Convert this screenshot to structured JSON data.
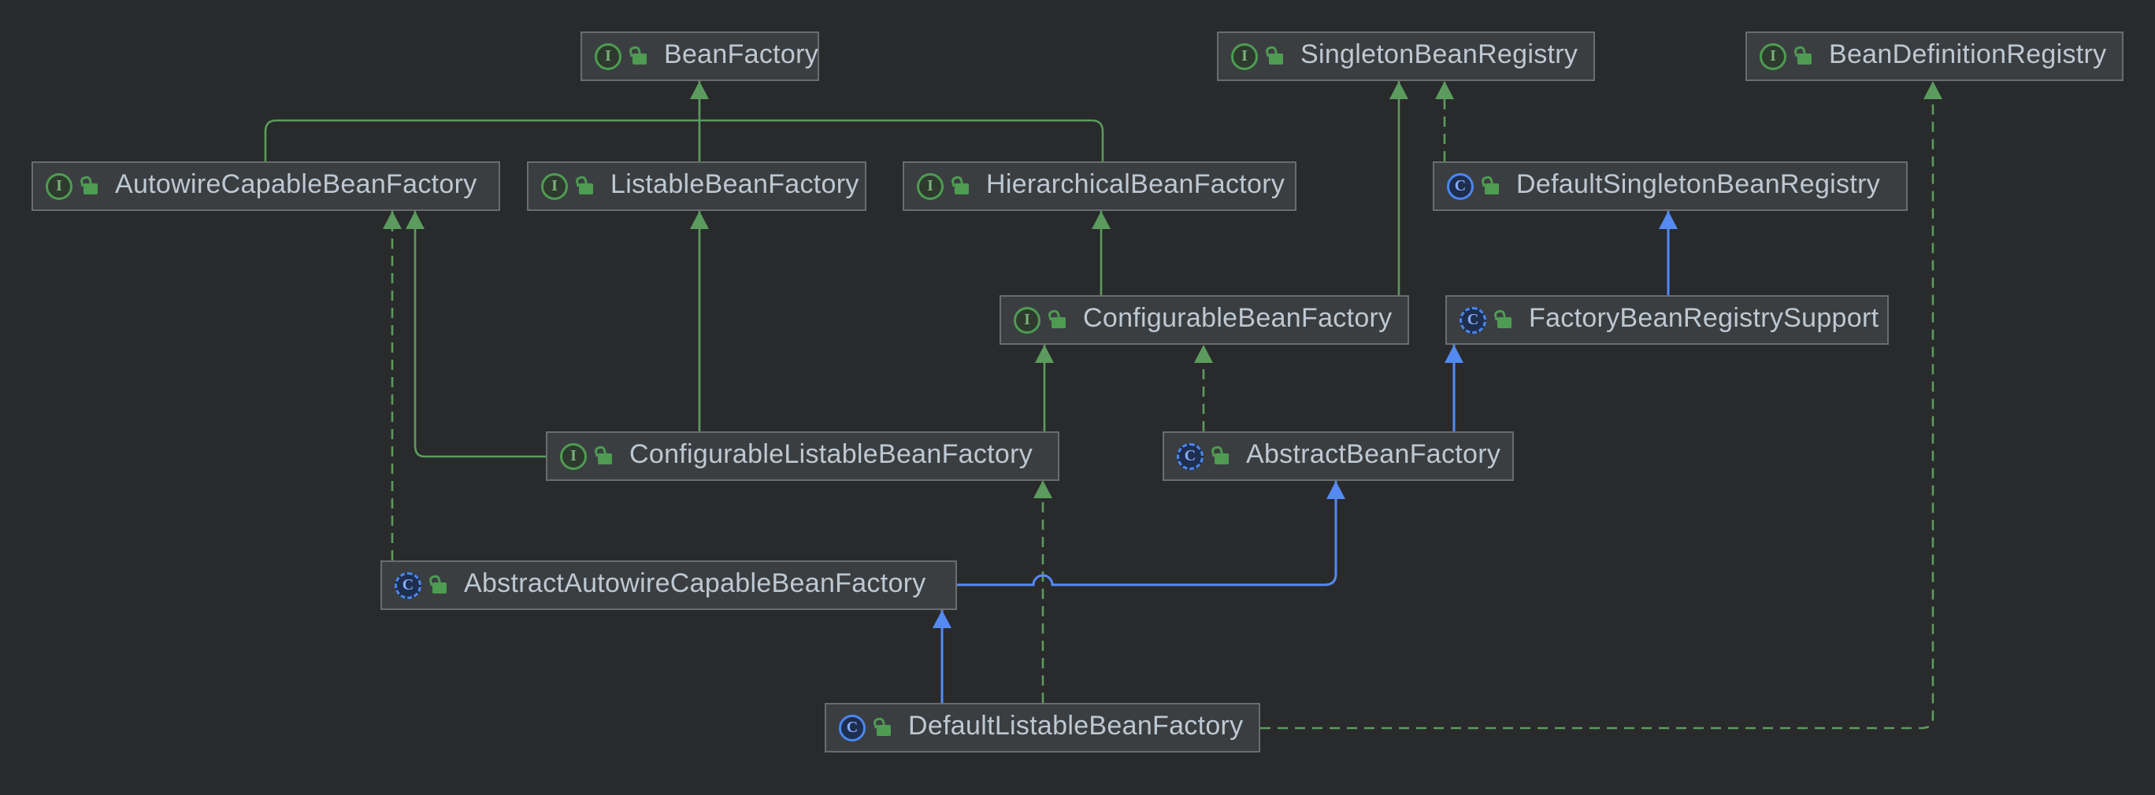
{
  "diagram": {
    "tool": "uml-class-diagram",
    "nodes": [
      {
        "id": "bean-factory",
        "label": "BeanFactory",
        "kind": "interface",
        "icon_letter": "I",
        "visibility": "public"
      },
      {
        "id": "singleton-bean-registry",
        "label": "SingletonBeanRegistry",
        "kind": "interface",
        "icon_letter": "I",
        "visibility": "public"
      },
      {
        "id": "bean-definition-registry",
        "label": "BeanDefinitionRegistry",
        "kind": "interface",
        "icon_letter": "I",
        "visibility": "public"
      },
      {
        "id": "autowire-capable-bean-factory",
        "label": "AutowireCapableBeanFactory",
        "kind": "interface",
        "icon_letter": "I",
        "visibility": "public"
      },
      {
        "id": "listable-bean-factory",
        "label": "ListableBeanFactory",
        "kind": "interface",
        "icon_letter": "I",
        "visibility": "public"
      },
      {
        "id": "hierarchical-bean-factory",
        "label": "HierarchicalBeanFactory",
        "kind": "interface",
        "icon_letter": "I",
        "visibility": "public"
      },
      {
        "id": "default-singleton-bean-registry",
        "label": "DefaultSingletonBeanRegistry",
        "kind": "class",
        "icon_letter": "C",
        "visibility": "public"
      },
      {
        "id": "configurable-bean-factory",
        "label": "ConfigurableBeanFactory",
        "kind": "interface",
        "icon_letter": "I",
        "visibility": "public"
      },
      {
        "id": "factory-bean-registry-support",
        "label": "FactoryBeanRegistrySupport",
        "kind": "abstract_class",
        "icon_letter": "C",
        "visibility": "public"
      },
      {
        "id": "configurable-listable-bean-factory",
        "label": "ConfigurableListableBeanFactory",
        "kind": "interface",
        "icon_letter": "I",
        "visibility": "public"
      },
      {
        "id": "abstract-bean-factory",
        "label": "AbstractBeanFactory",
        "kind": "abstract_class",
        "icon_letter": "C",
        "visibility": "public"
      },
      {
        "id": "abstract-autowire-capable-bean-factory",
        "label": "AbstractAutowireCapableBeanFactory",
        "kind": "abstract_class",
        "icon_letter": "C",
        "visibility": "public"
      },
      {
        "id": "default-listable-bean-factory",
        "label": "DefaultListableBeanFactory",
        "kind": "class",
        "icon_letter": "C",
        "visibility": "public"
      }
    ],
    "edges": [
      {
        "from": "autowire-capable-bean-factory",
        "to": "bean-factory",
        "relation": "extends",
        "style": "solid",
        "color": "green"
      },
      {
        "from": "listable-bean-factory",
        "to": "bean-factory",
        "relation": "extends",
        "style": "solid",
        "color": "green"
      },
      {
        "from": "hierarchical-bean-factory",
        "to": "bean-factory",
        "relation": "extends",
        "style": "solid",
        "color": "green"
      },
      {
        "from": "configurable-bean-factory",
        "to": "hierarchical-bean-factory",
        "relation": "extends",
        "style": "solid",
        "color": "green"
      },
      {
        "from": "configurable-bean-factory",
        "to": "singleton-bean-registry",
        "relation": "extends",
        "style": "solid",
        "color": "green"
      },
      {
        "from": "default-singleton-bean-registry",
        "to": "singleton-bean-registry",
        "relation": "implements",
        "style": "dashed",
        "color": "green"
      },
      {
        "from": "factory-bean-registry-support",
        "to": "default-singleton-bean-registry",
        "relation": "extends",
        "style": "solid",
        "color": "blue"
      },
      {
        "from": "configurable-listable-bean-factory",
        "to": "listable-bean-factory",
        "relation": "extends",
        "style": "solid",
        "color": "green"
      },
      {
        "from": "configurable-listable-bean-factory",
        "to": "autowire-capable-bean-factory",
        "relation": "extends",
        "style": "solid",
        "color": "green"
      },
      {
        "from": "configurable-listable-bean-factory",
        "to": "configurable-bean-factory",
        "relation": "extends",
        "style": "solid",
        "color": "green"
      },
      {
        "from": "abstract-bean-factory",
        "to": "configurable-bean-factory",
        "relation": "implements",
        "style": "dashed",
        "color": "green"
      },
      {
        "from": "abstract-bean-factory",
        "to": "factory-bean-registry-support",
        "relation": "extends",
        "style": "solid",
        "color": "blue"
      },
      {
        "from": "abstract-autowire-capable-bean-factory",
        "to": "autowire-capable-bean-factory",
        "relation": "implements",
        "style": "dashed",
        "color": "green"
      },
      {
        "from": "abstract-autowire-capable-bean-factory",
        "to": "abstract-bean-factory",
        "relation": "extends",
        "style": "solid",
        "color": "blue"
      },
      {
        "from": "default-listable-bean-factory",
        "to": "abstract-autowire-capable-bean-factory",
        "relation": "extends",
        "style": "solid",
        "color": "blue"
      },
      {
        "from": "default-listable-bean-factory",
        "to": "configurable-listable-bean-factory",
        "relation": "implements",
        "style": "dashed",
        "color": "green"
      },
      {
        "from": "default-listable-bean-factory",
        "to": "bean-definition-registry",
        "relation": "implements",
        "style": "dashed",
        "color": "green"
      }
    ],
    "colors": {
      "background": "#292a2c",
      "node_fill": "#3b3e41",
      "node_border": "#6a6c6e",
      "label_text": "#bdc8d2",
      "interface_edge_green": "#5c9b5e",
      "class_edge_blue": "#548af2",
      "interface_icon_green": "#4e9c52",
      "class_icon_blue": "#4c86ee"
    }
  }
}
